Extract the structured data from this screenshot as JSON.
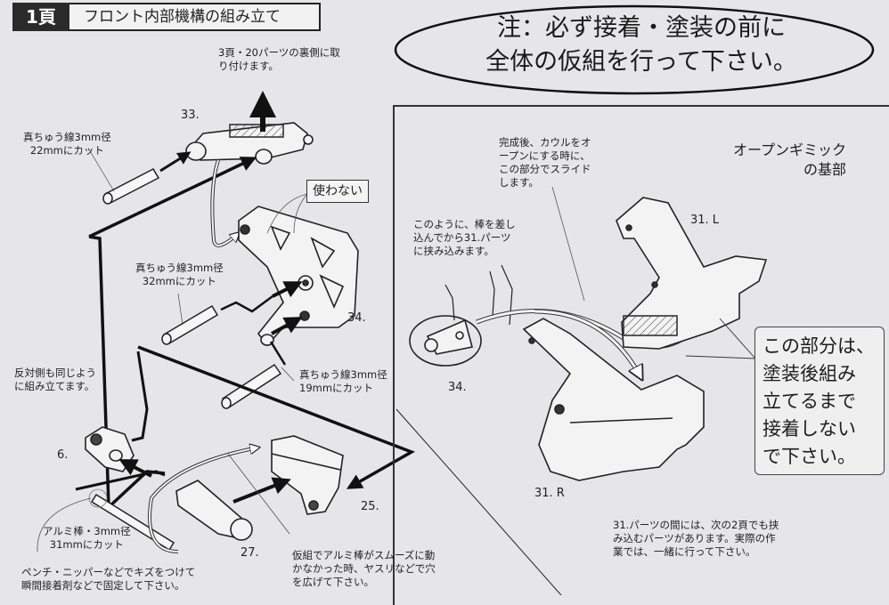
{
  "header": {
    "page_number": "1頁",
    "title": "フロント内部機構の組み立て"
  },
  "notice": {
    "line1": "注：必ず接着・塗装の前に",
    "line2": "全体の仮組を行って下さい。"
  },
  "left_section": {
    "attach_note": "3頁・20パーツの裏側に取\nり付けます。",
    "wire_22": "真ちゅう線3mm径\n22mmにカット",
    "wire_32": "真ちゅう線3mm径\n32mmにカット",
    "wire_19": "真ちゅう線3mm径\n19mmにカット",
    "unused_label": "使わない",
    "opposite_side_note": "反対側も同じよう\nに組み立てます。",
    "alu_rod": "アルミ棒・3mm径\n31mmにカット",
    "fix_note": "ペンチ・ニッパーなどでキズをつけて\n瞬間接着剤などで固定して下さい。",
    "file_note": "仮組でアルミ棒がスムーズに動\nかなかった時、ヤスリなどで穴\nを広げて下さい。",
    "parts": {
      "p33": "33.",
      "p34": "34.",
      "p6": "6.",
      "p25": "25.",
      "p27": "27."
    }
  },
  "right_section": {
    "gimmick_title": "オープンギミック\nの基部",
    "slide_note": "完成後、カウルをオ\nープンにする時に、\nこの部分でスライド\nします。",
    "insert_note": "このように、棒を差し\n込んでから31.パーツ\nに挟み込みます。",
    "warning_box": "この部分は、\n塗装後組み\n立てるまで\n接着しない\nで下さい。",
    "between_note": "31.パーツの間には、次の2頁でも挟\nみ込むパーツがあります。実際の作\n業では、一緒に行って下さい。",
    "parts": {
      "p31L": "31. L",
      "p31R": "31. R",
      "p34": "34."
    }
  }
}
